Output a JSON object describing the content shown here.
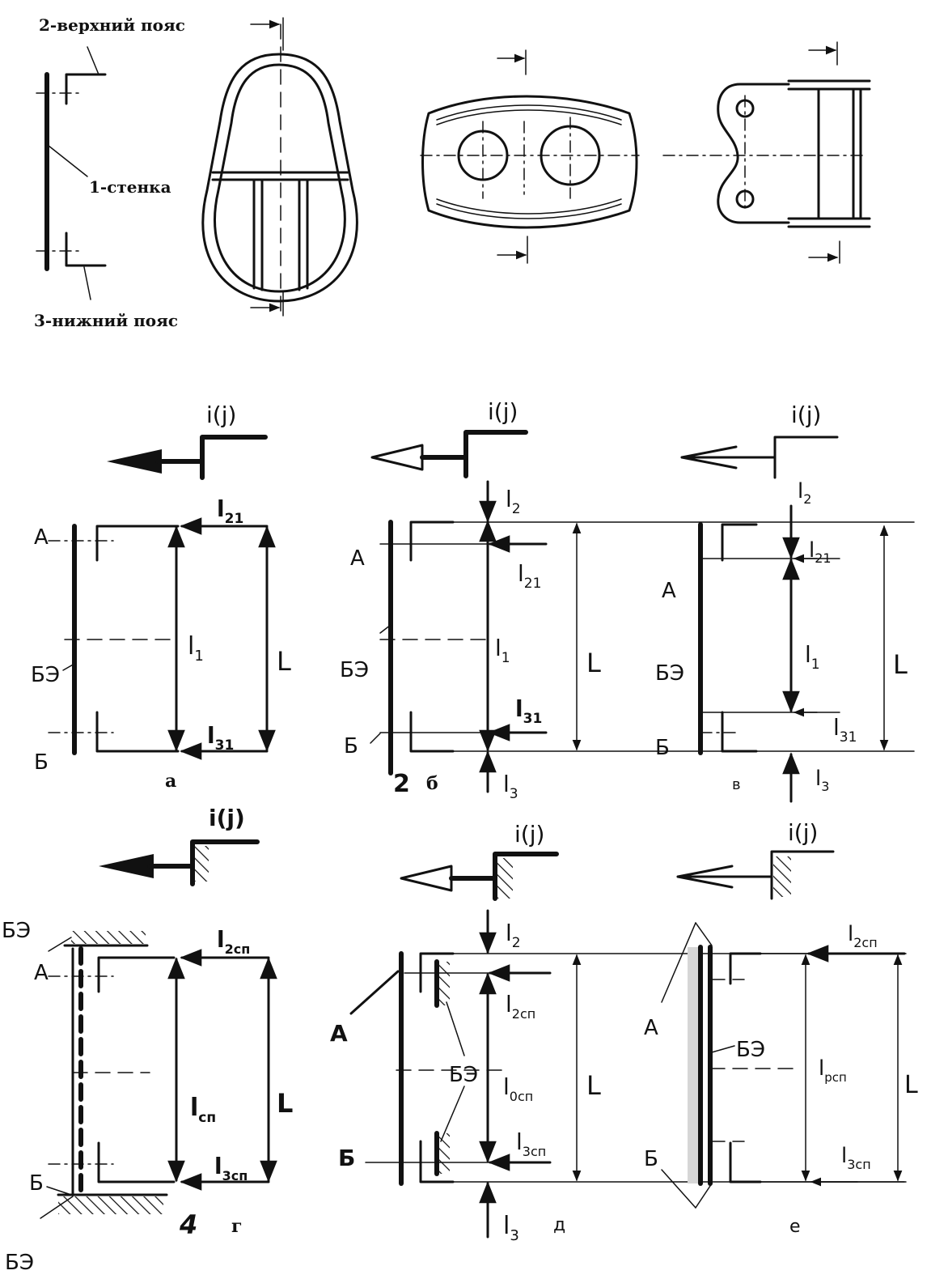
{
  "top": {
    "label_upper_chord": "2-верхний пояс",
    "label_web": "1-стенка",
    "label_lower_chord": "3-нижний пояс"
  },
  "panels": {
    "a": {
      "direction": "i(j)",
      "A": "А",
      "BE": "БЭ",
      "B": "Б",
      "l21": "l",
      "l21_sub": "21",
      "l1": "l",
      "l1_sub": "1",
      "L": "L",
      "l31": "l",
      "l31_sub": "31",
      "caption": "а"
    },
    "b": {
      "direction": "i(j)",
      "A": "А",
      "BE": "БЭ",
      "B": "Б",
      "l2": "l",
      "l2_sub": "2",
      "l21": "l",
      "l21_sub": "21",
      "l1": "l",
      "l1_sub": "1",
      "L": "L",
      "l31": "l",
      "l31_sub": "31",
      "l3": "l",
      "l3_sub": "3",
      "fig_num": "2",
      "caption": "б"
    },
    "v": {
      "direction": "i(j)",
      "A": "А",
      "BE": "БЭ",
      "B": "Б",
      "l2": "l",
      "l2_sub": "2",
      "l21": "l",
      "l21_sub": "21",
      "l1": "l",
      "l1_sub": "1",
      "L": "L",
      "l31": "l",
      "l31_sub": "31",
      "l3": "l",
      "l3_sub": "3",
      "caption": "в"
    },
    "g": {
      "direction": "i(j)",
      "BE_top": "БЭ",
      "A": "А",
      "B": "Б",
      "BE_bottom": "БЭ",
      "l2sp": "l",
      "l2sp_sub": "2сп",
      "lsp": "l",
      "lsp_sub": "сп",
      "L": "L",
      "l3sp": "l",
      "l3sp_sub": "3сп",
      "fig_num": "4",
      "caption": "г"
    },
    "d": {
      "direction": "i(j)",
      "A": "А",
      "B": "Б",
      "BE": "БЭ",
      "l2": "l",
      "l2_sub": "2",
      "l2sp": "l",
      "l2sp_sub": "2сп",
      "l0sp": "l",
      "l0sp_sub": "0сп",
      "L": "L",
      "l3sp": "l",
      "l3sp_sub": "3сп",
      "l3": "l",
      "l3_sub": "3",
      "caption": "д"
    },
    "e": {
      "direction": "i(j)",
      "A": "А",
      "B": "Б",
      "BE": "БЭ",
      "l2sp": "l",
      "l2sp_sub": "2сп",
      "lpsp": "l",
      "lpsp_sub": "рсп",
      "L": "L",
      "l3sp": "l",
      "l3sp_sub": "3сп",
      "caption": "е"
    }
  }
}
